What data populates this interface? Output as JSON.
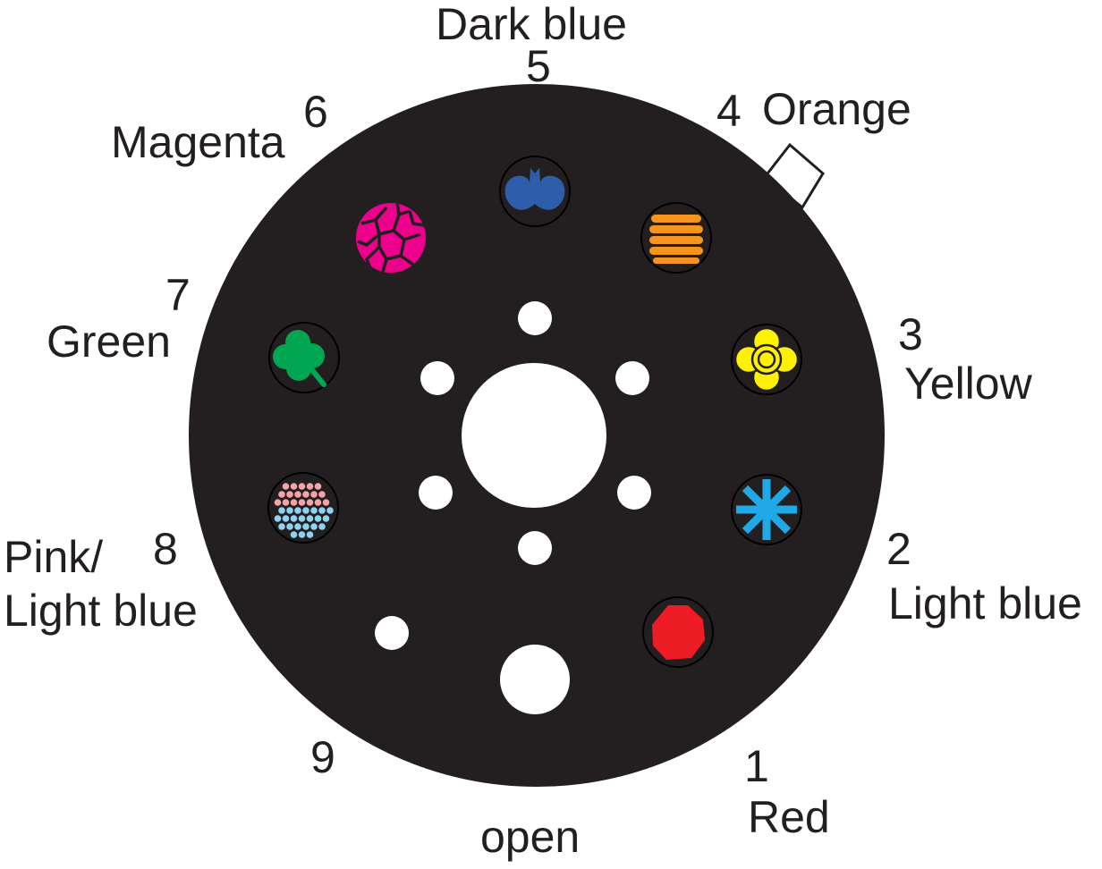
{
  "positions": [
    {
      "number": "1",
      "name": "Red",
      "gobo": "octagon-gobo",
      "color": "#ee1c25"
    },
    {
      "number": "2",
      "name": "Light blue",
      "gobo": "snowflake-gobo",
      "color": "#1fa9e8"
    },
    {
      "number": "3",
      "name": "Yellow",
      "gobo": "flower-gobo",
      "color": "#fff200"
    },
    {
      "number": "4",
      "name": "Orange",
      "gobo": "stripes-gobo",
      "color": "#f7941d"
    },
    {
      "number": "5",
      "name": "Dark blue",
      "gobo": "bat-gobo",
      "color": "#2e5eaa"
    },
    {
      "number": "6",
      "name": "Magenta",
      "gobo": "mosaic-gobo",
      "color": "#ec008c"
    },
    {
      "number": "7",
      "name": "Green",
      "gobo": "clover-gobo",
      "color": "#00a651"
    },
    {
      "number": "8",
      "name_line1": "Pink/",
      "name_line2": "Light blue",
      "gobo": "dots-gobo",
      "color": "#f4a3a8",
      "color2": "#8fd3f4"
    },
    {
      "number": "9",
      "name": "open",
      "gobo": "open-hole"
    }
  ],
  "wheel_color": "#231f20"
}
